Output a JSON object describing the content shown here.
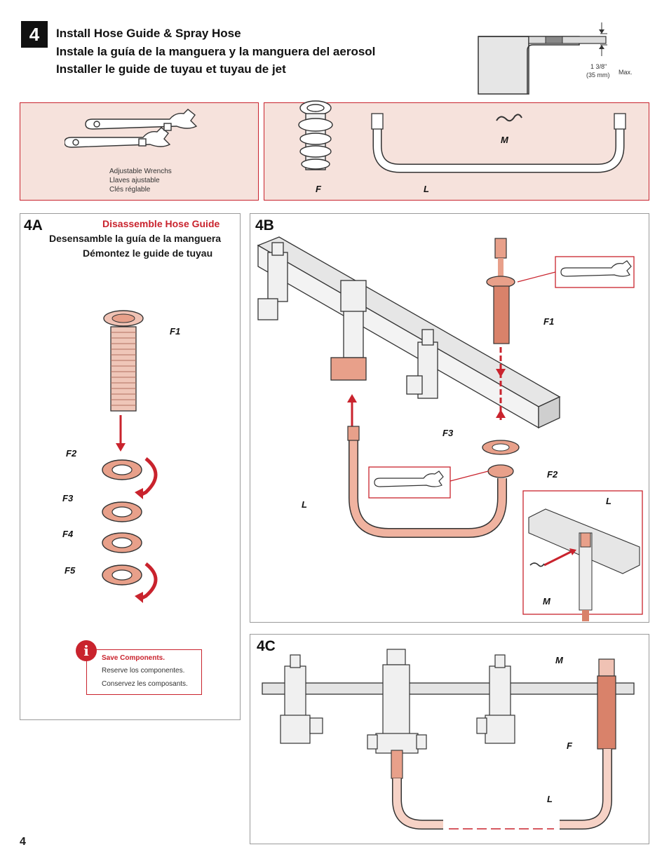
{
  "header": {
    "step_number": "4",
    "title_en": "Install Hose Guide & Spray Hose",
    "title_es": "Instale la guía de la manguera y  la manguera del aerosol",
    "title_fr": "Installer le guide de tuyau et tuyau de jet",
    "dimension_fraction": "1 3/8\"",
    "dimension_mm": "(35 mm)",
    "dimension_max": "Max."
  },
  "tools": {
    "line1": "Adjustable Wrenchs",
    "line2": "Llaves ajustable",
    "line3": "Clés réglable"
  },
  "parts": {
    "f": "F",
    "l": "L",
    "m": "M"
  },
  "step_4a": {
    "label": "4A",
    "heading_en": "Disassemble Hose Guide",
    "heading_es": "Desensamble la guía de la manguera",
    "heading_fr": "Démontez le guide de tuyau",
    "f1": "F1",
    "f2": "F2",
    "f3": "F3",
    "f4": "F4",
    "f5": "F5",
    "note_title": "Save Components.",
    "note_es": "Reserve los componentes.",
    "note_fr": "Conservez les composants."
  },
  "step_4b": {
    "label": "4B",
    "f1": "F1",
    "f2": "F2",
    "f3": "F3",
    "l": "L",
    "inset_l": "L",
    "inset_m": "M"
  },
  "step_4c": {
    "label": "4C",
    "m": "M",
    "f": "F",
    "l": "L"
  },
  "footer": {
    "page_number": "4"
  },
  "colors": {
    "accent_red": "#c9232d",
    "copper": "#e8a08a",
    "pink_bg": "#f6e2dc"
  }
}
